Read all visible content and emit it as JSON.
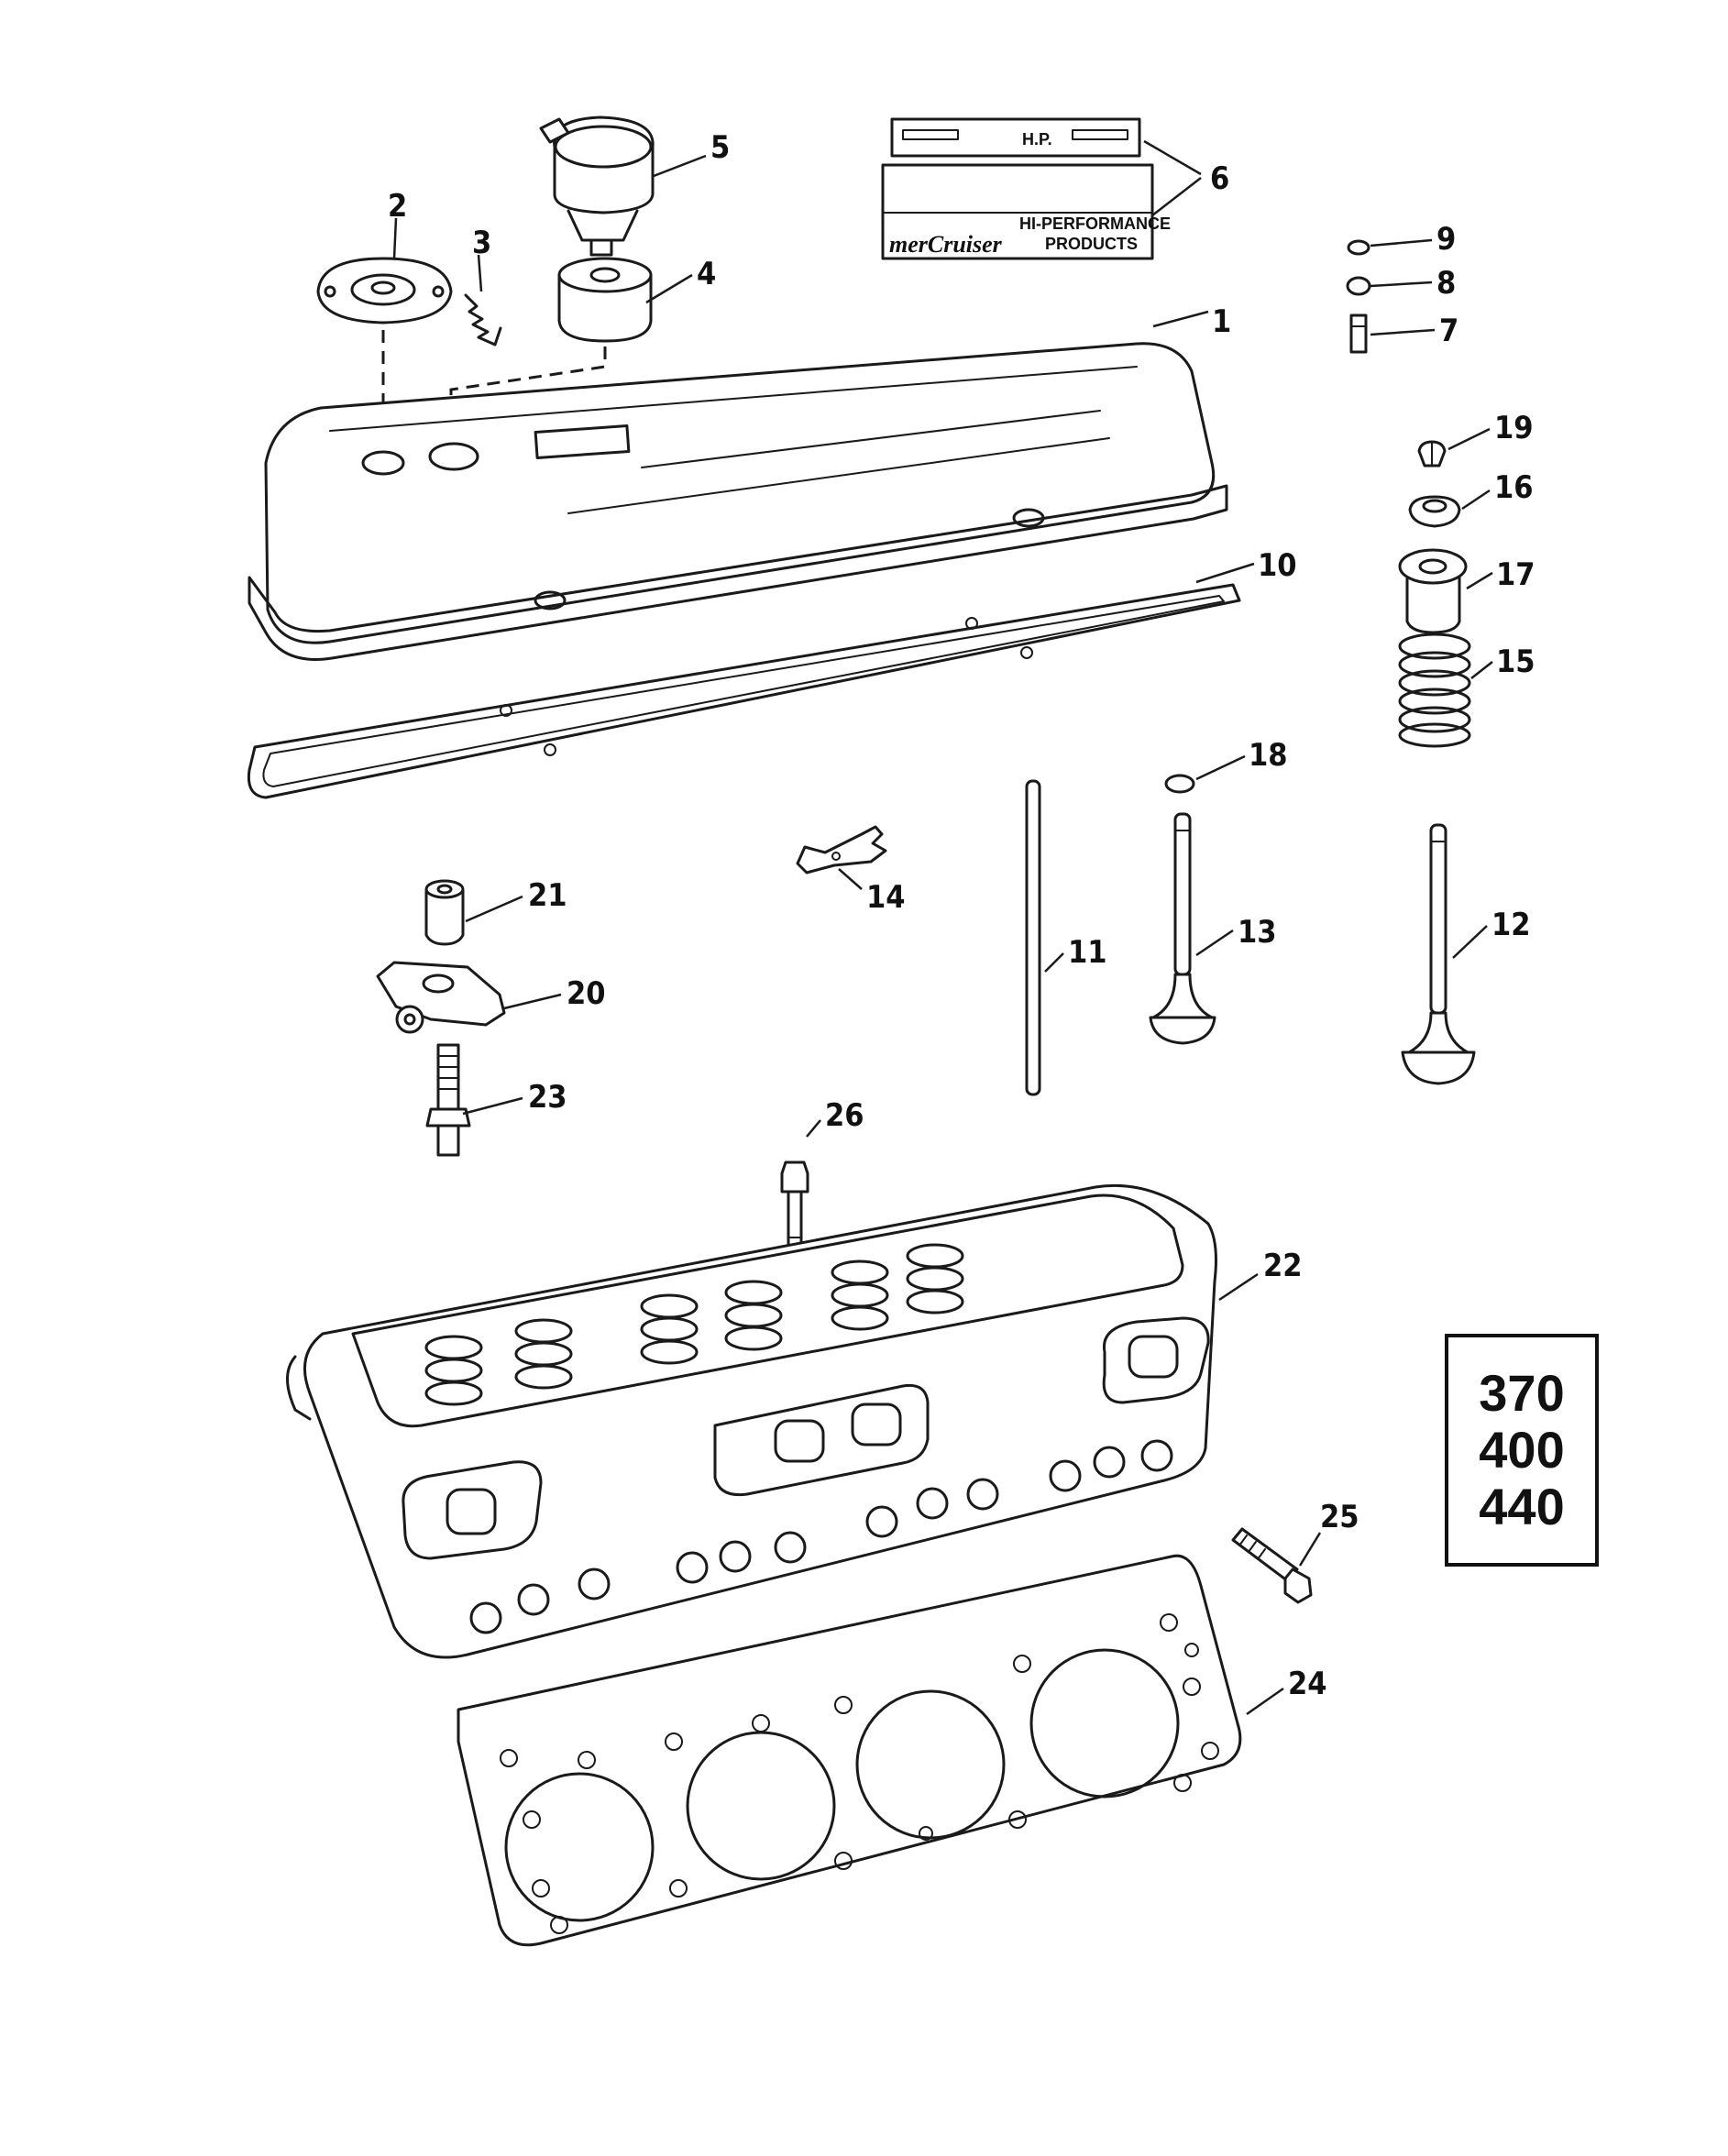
{
  "callouts": {
    "c1": "1",
    "c2": "2",
    "c3": "3",
    "c4": "4",
    "c5": "5",
    "c6": "6",
    "c7": "7",
    "c8": "8",
    "c9": "9",
    "c10": "10",
    "c11": "11",
    "c12": "12",
    "c13": "13",
    "c14": "14",
    "c15": "15",
    "c16": "16",
    "c17": "17",
    "c18": "18",
    "c19": "19",
    "c20": "20",
    "c21": "21",
    "c22": "22",
    "c23": "23",
    "c24": "24",
    "c25": "25",
    "c26": "26"
  },
  "decal": {
    "hp_label": "H.P.",
    "brand": "merCruiser",
    "line1": "HI-PERFORMANCE",
    "line2": "PRODUCTS"
  },
  "models": [
    "370",
    "400",
    "440"
  ]
}
